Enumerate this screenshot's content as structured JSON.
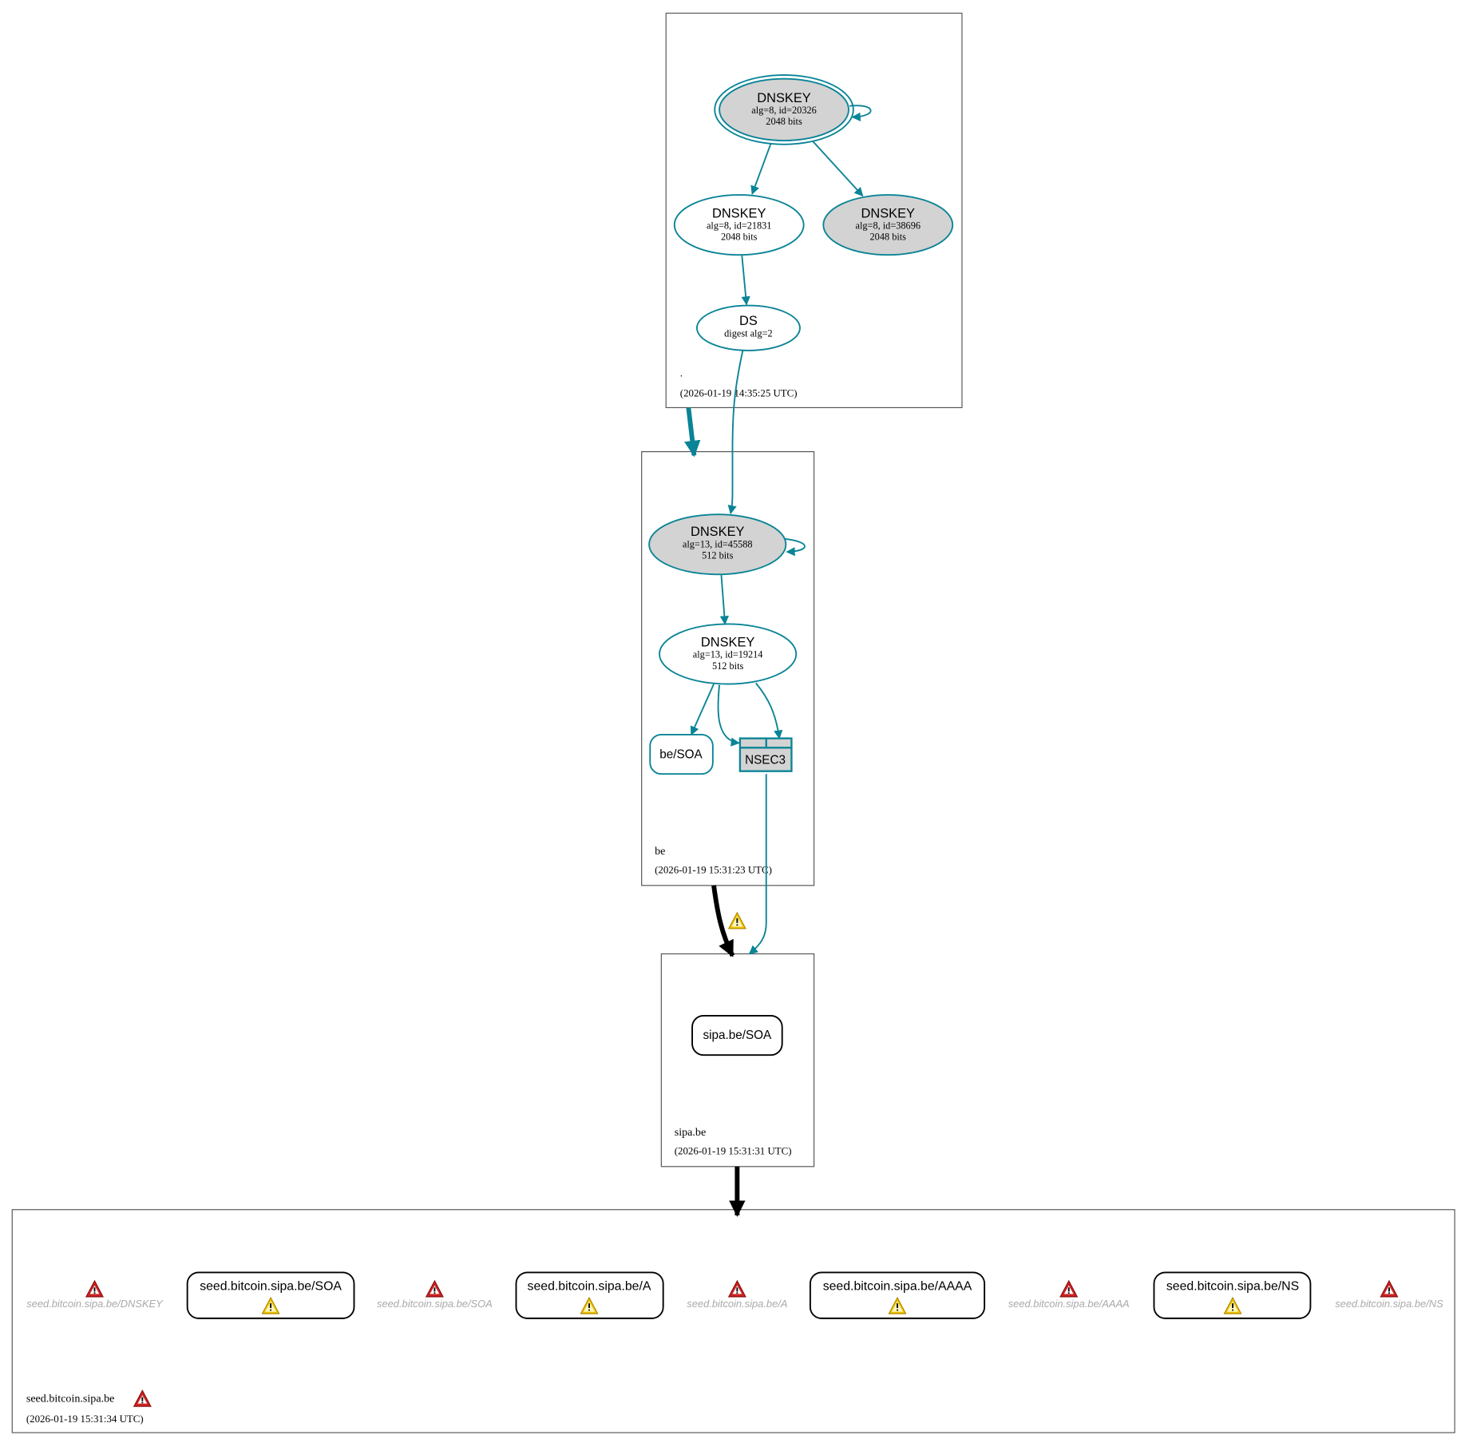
{
  "colors": {
    "teal": "#0a8496",
    "gray_fill": "#d3d3d3",
    "warn_red": "#cc2222",
    "warn_yellow": "#f2c200",
    "faded": "#a9a9a9"
  },
  "zones": {
    "root": {
      "name": ".",
      "timestamp": "(2026-01-19 14:35:25 UTC)"
    },
    "be": {
      "name": "be",
      "timestamp": "(2026-01-19 15:31:23 UTC)"
    },
    "sipa": {
      "name": "sipa.be",
      "timestamp": "(2026-01-19 15:31:31 UTC)"
    },
    "seed": {
      "name": "seed.bitcoin.sipa.be",
      "timestamp": "(2026-01-19 15:31:34 UTC)"
    }
  },
  "nodes": {
    "k20326": {
      "title": "DNSKEY",
      "line1": "alg=8, id=20326",
      "line2": "2048 bits"
    },
    "k21831": {
      "title": "DNSKEY",
      "line1": "alg=8, id=21831",
      "line2": "2048 bits"
    },
    "k38696": {
      "title": "DNSKEY",
      "line1": "alg=8, id=38696",
      "line2": "2048 bits"
    },
    "ds": {
      "title": "DS",
      "line1": "digest alg=2"
    },
    "k45588": {
      "title": "DNSKEY",
      "line1": "alg=13, id=45588",
      "line2": "512 bits"
    },
    "k19214": {
      "title": "DNSKEY",
      "line1": "alg=13, id=19214",
      "line2": "512 bits"
    },
    "be_soa": "be/SOA",
    "nsec3": "NSEC3",
    "sipa_soa": "sipa.be/SOA"
  },
  "seed_rrsets": [
    "seed.bitcoin.sipa.be/SOA",
    "seed.bitcoin.sipa.be/A",
    "seed.bitcoin.sipa.be/AAAA",
    "seed.bitcoin.sipa.be/NS"
  ],
  "seed_errors": [
    "seed.bitcoin.sipa.be/DNSKEY",
    "seed.bitcoin.sipa.be/SOA",
    "seed.bitcoin.sipa.be/A",
    "seed.bitcoin.sipa.be/AAAA",
    "seed.bitcoin.sipa.be/NS"
  ]
}
